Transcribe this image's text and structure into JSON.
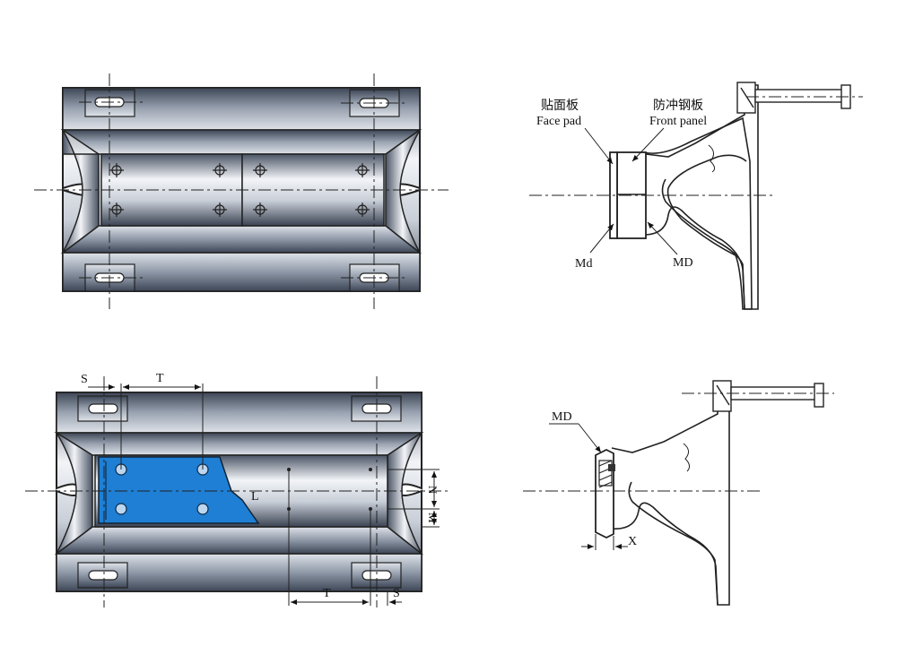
{
  "labels": {
    "face_pad_cn": "贴面板",
    "face_pad_en": "Face pad",
    "front_panel_cn": "防冲钢板",
    "front_panel_en": "Front panel",
    "md_small": "Md",
    "md_right": "MD",
    "md_lower": "MD",
    "x": "X",
    "dim_s_top": "S",
    "dim_t_top": "T",
    "dim_l": "L",
    "dim_n": "N",
    "dim_m": "M",
    "dim_t_bottom": "T",
    "dim_s_bottom": "S"
  },
  "colors": {
    "outline": "#222222",
    "steel_dark": "#3d4656",
    "steel_light": "#eef1f5",
    "face_pad_blue": "#1e7fd4"
  }
}
